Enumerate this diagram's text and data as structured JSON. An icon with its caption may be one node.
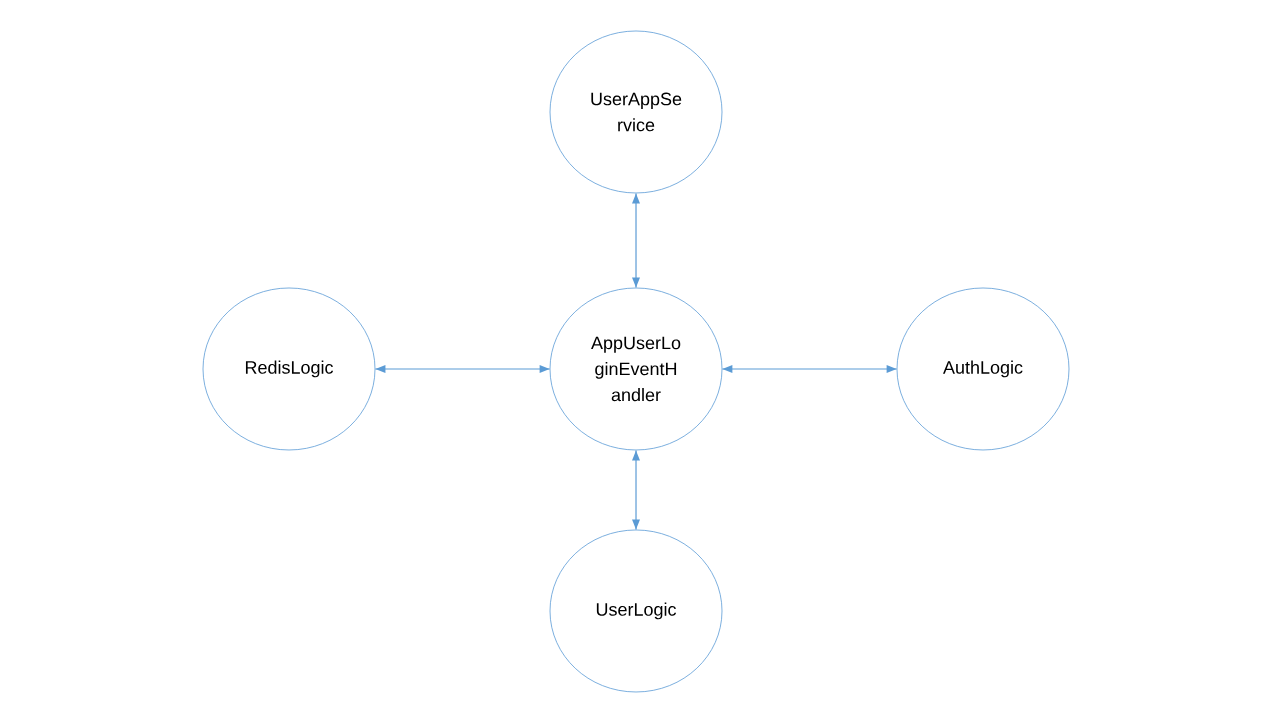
{
  "diagram": {
    "nodes": [
      {
        "text": [
          "UserAppSe rvice"
        ]
      },
      {
        "text": [
          "RedisLogic"
        ]
      },
      {
        "text": [
          "AppUserLo ginEventH andler"
        ]
      },
      {
        "text": [
          "AuthLogic"
        ]
      },
      {
        "text": [
          "UserLogic"
        ]
      }
    ],
    "edges": [
      {
        "from": 2,
        "to": 0,
        "arrow": "both"
      },
      {
        "from": 1,
        "to": 2,
        "arrow": "both"
      },
      {
        "from": 2,
        "to": 3,
        "arrow": "both"
      },
      {
        "from": 2,
        "to": 4,
        "arrow": "both"
      }
    ]
  }
}
